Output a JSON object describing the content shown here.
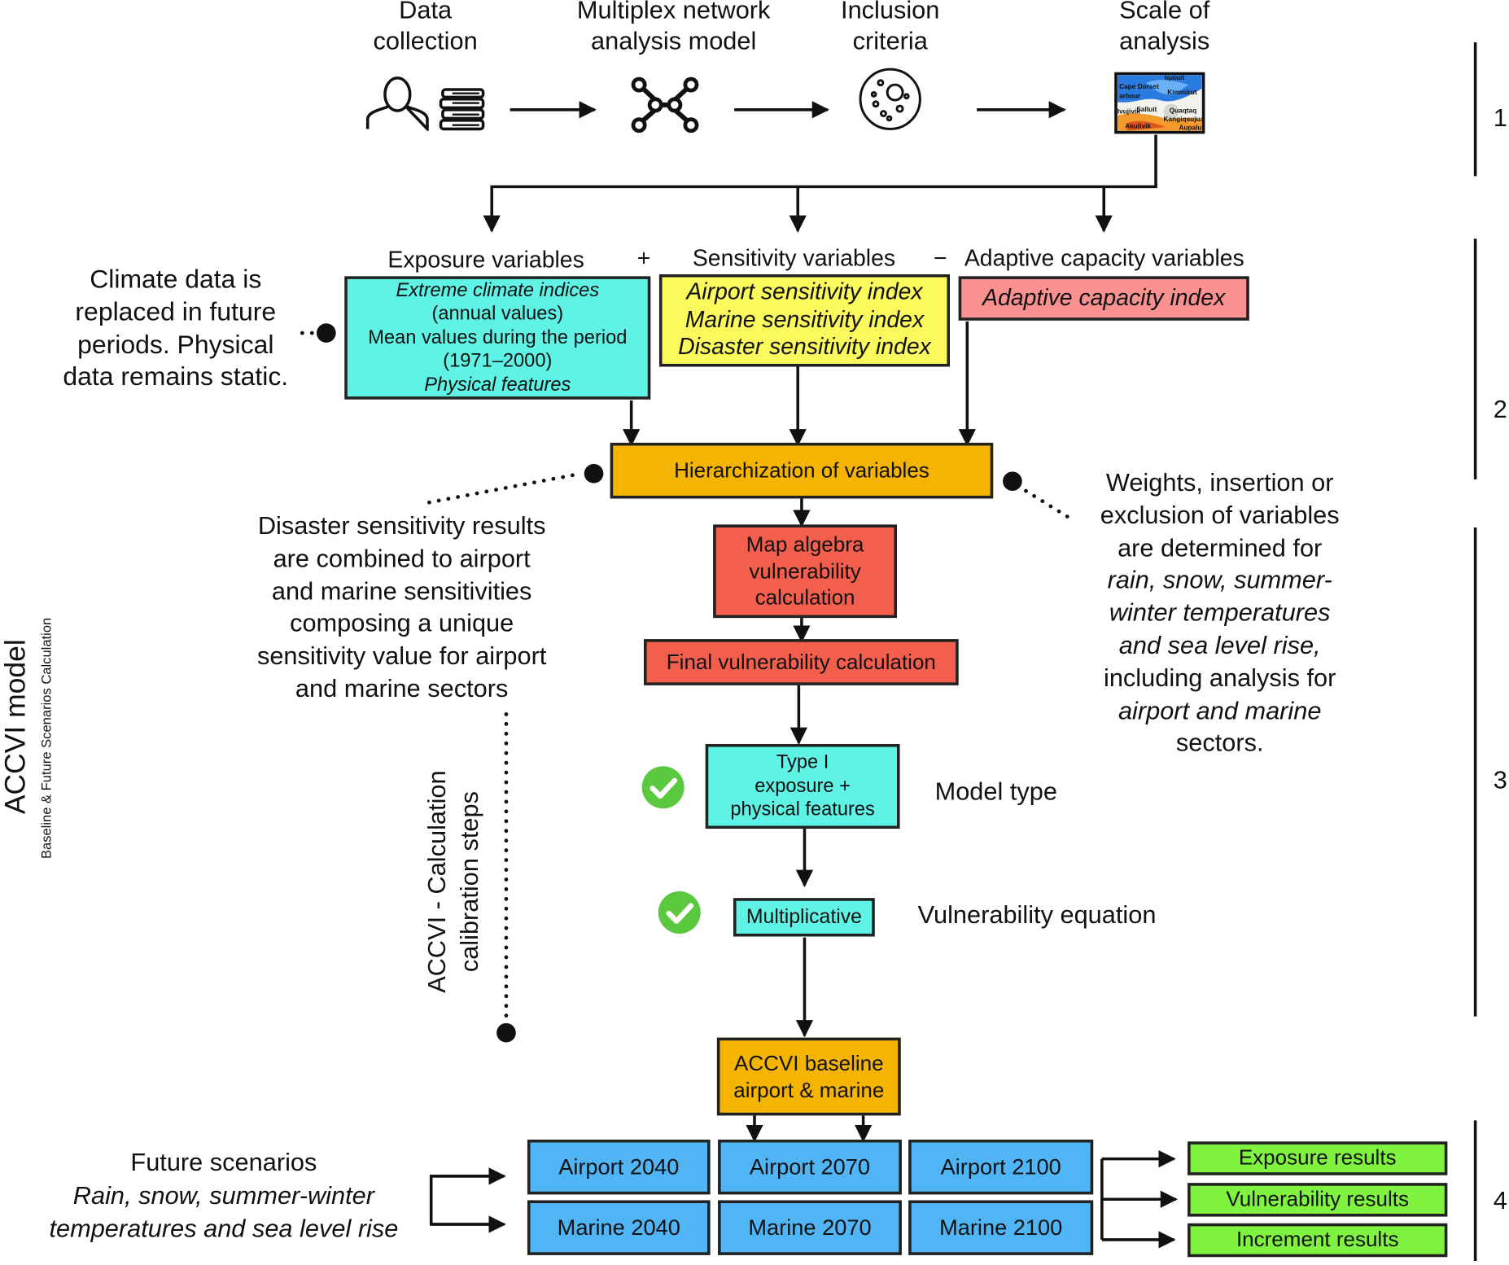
{
  "top_steps": {
    "data_collection": [
      "Data",
      "collection"
    ],
    "network_model": [
      "Multiplex network",
      "analysis model"
    ],
    "inclusion_criteria": [
      "Inclusion",
      "criteria"
    ],
    "scale_of_analysis": [
      "Scale of",
      "analysis"
    ]
  },
  "map_labels": [
    "Iqaluit",
    "Cape Dorset",
    "Kimmirut",
    "arbour",
    "Quaqtaq",
    "Ivujivik",
    "Salluit",
    "Kangiqsujuaq",
    "Akulivik",
    "Aupaluk"
  ],
  "variables": {
    "exposure_header": "Exposure variables",
    "plus_sign": "+",
    "sensitivity_header": "Sensitivity variables",
    "minus_sign": "−",
    "adaptive_header": "Adaptive capacity variables",
    "exposure_lines": [
      "Extreme climate indices",
      "(annual values)",
      "Mean values during the period",
      "(1971–2000)",
      "Physical features"
    ],
    "sensitivity_lines": [
      "Airport sensitivity index",
      "Marine sensitivity index",
      "Disaster sensitivity index"
    ],
    "adaptive_line": "Adaptive capacity index"
  },
  "notes": {
    "climate_note": [
      "Climate data is",
      "replaced in future",
      "periods. Physical",
      "data remains static."
    ],
    "disaster_note": [
      "Disaster sensitivity results",
      "are combined to airport",
      "and marine sensitivities",
      "composing a unique",
      "sensitivity value for airport",
      "and marine sectors"
    ],
    "weights_note": [
      "Weights, insertion or",
      "exclusion of variables",
      "are determined for",
      "rain, snow, summer-",
      "winter temperatures",
      "and sea level rise,",
      "including analysis for",
      "airport and marine",
      "sectors."
    ]
  },
  "process": {
    "hierarchization": "Hierarchization of variables",
    "map_algebra": [
      "Map algebra",
      "vulnerability",
      "calculation"
    ],
    "final_vulnerability": "Final vulnerability calculation",
    "model_type_box": [
      "Type I",
      "exposure +",
      "physical features"
    ],
    "model_type_label": "Model type",
    "equation_box": "Multiplicative",
    "equation_label": "Vulnerability equation",
    "baseline": [
      "ACCVI baseline",
      "airport & marine"
    ]
  },
  "side_labels": {
    "accvi_model": "ACCVI model",
    "accvi_subtitle": "Baseline & Future Scenarios Calculation",
    "calibration": [
      "ACCVI - Calculation",
      "calibration steps"
    ]
  },
  "future": {
    "title": "Future scenarios",
    "subtitle": [
      "Rain, snow, summer-winter",
      "temperatures and sea level rise"
    ],
    "scenarios": [
      "Airport 2040",
      "Airport 2070",
      "Airport 2100",
      "Marine 2040",
      "Marine 2070",
      "Marine 2100"
    ],
    "results": [
      "Exposure results",
      "Vulnerability results",
      "Increment results"
    ]
  },
  "stage_numbers": [
    "1",
    "2",
    "3",
    "4"
  ],
  "colors": {
    "cyan": "#5ef3e5",
    "yellow": "#fbfa5c",
    "salmon": "#f99191",
    "orange": "#f4b400",
    "red": "#f45e4c",
    "blue": "#4fb5f5",
    "green": "#7ff33f",
    "check": "#5bc93f"
  },
  "icons": [
    "person-icon",
    "books-icon",
    "network-icon",
    "petri-dish-icon",
    "map-thumbnail-icon",
    "checkmark-icon"
  ]
}
